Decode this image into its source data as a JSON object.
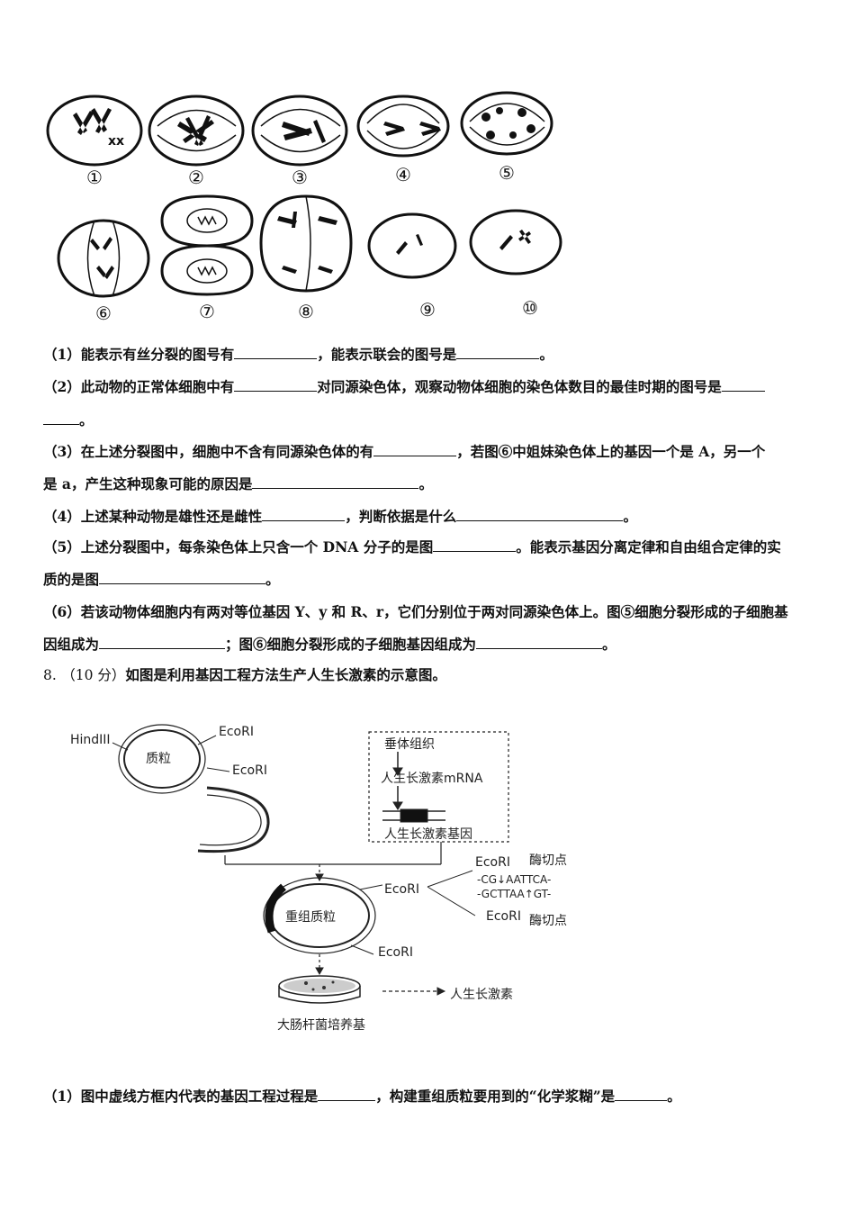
{
  "cell_labels": [
    "①",
    "②",
    "③",
    "④",
    "⑤",
    "⑥",
    "⑦",
    "⑧",
    "⑨",
    "⑩"
  ],
  "questions": {
    "q1": {
      "a": "（1）能表示有丝分裂的图号有",
      "b": "，能表示联会的图号是",
      "c": "。"
    },
    "q2": {
      "a": "（2）此动物的正常体细胞中有",
      "b": "对同源染色体，观察动物体细胞的染色体数目的最佳时期的图号是",
      "c": "。"
    },
    "q3": {
      "a": "（3）在上述分裂图中，细胞中不含有同源染色体的有",
      "b": "，若图⑥中姐妹染色体上的基因一个是 A，另一个",
      "c": "是 a，产生这种现象可能的原因是",
      "d": "。"
    },
    "q4": {
      "a": "（4）上述某种动物是雄性还是雌性",
      "b": "，判断依据是什么",
      "c": "。"
    },
    "q5": {
      "a": "（5）上述分裂图中，每条染色体上只含一个 DNA 分子的是图",
      "b": "。能表示基因分离定律和自由组合定律的实",
      "c": "质的是图",
      "d": "。"
    },
    "q6": {
      "a": "（6）若该动物体细胞内有两对等位基因 Y、y 和 R、r，它们分别位于两对同源染色体上。图⑤细胞分裂形成的子细胞基",
      "b": "因组成为",
      "c": "；图⑥细胞分裂形成的子细胞基因组成为",
      "d": "。"
    }
  },
  "problem8": {
    "number": "8.",
    "score": "（10 分）",
    "stem": "如图是利用基因工程方法生产人生长激素的示意图。"
  },
  "diagram": {
    "hindiii": "HindIII",
    "plasmid": "质粒",
    "ecori": "EcoRI",
    "pituitary": "垂体组织",
    "mrna": "人生长激素mRNA",
    "gene": "人生长激素基因",
    "cut_site": "酶切点",
    "seq_top": "-CG↓AATTCA-",
    "seq_bottom": "-GCTTAA↑GT-",
    "recombinant": "重组质粒",
    "culture": "大肠杆菌培养基",
    "hormone": "人生长激素"
  },
  "q8_1": {
    "a": "（1）图中虚线方框内代表的基因工程过程是",
    "b": "，构建重组质粒要用到的“化学浆糊”是",
    "c": "。"
  }
}
